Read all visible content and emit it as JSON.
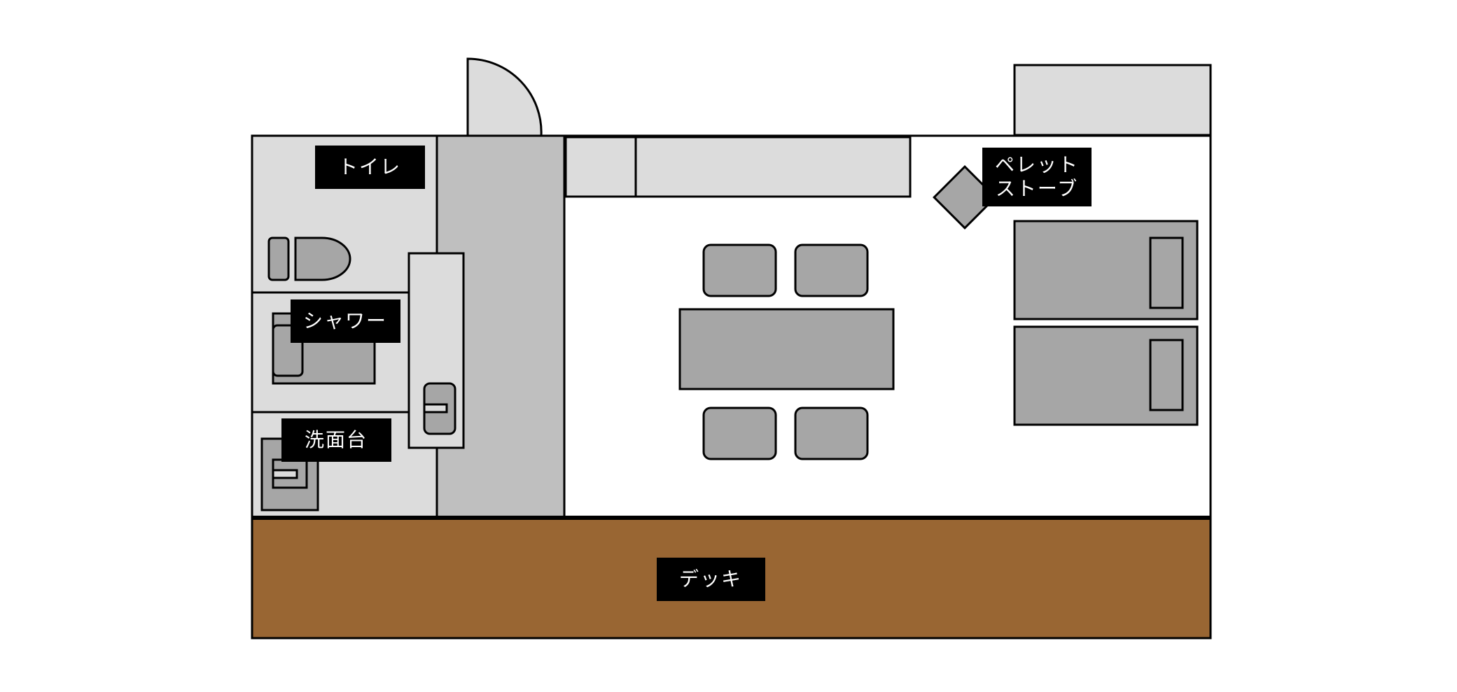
{
  "labels": {
    "toilet": "トイレ",
    "shower": "シャワー",
    "washbasin": "洗面台",
    "pellet_stove_line1": "ペレット",
    "pellet_stove_line2": "ストーブ",
    "deck": "デッキ"
  },
  "colors": {
    "deck": "#996633",
    "wet_area": "#dcdcdc",
    "corridor": "#bfbfbf",
    "furniture": "#a6a6a6",
    "label_background": "#000000",
    "label_text": "#ffffff",
    "wall": "#000000"
  }
}
